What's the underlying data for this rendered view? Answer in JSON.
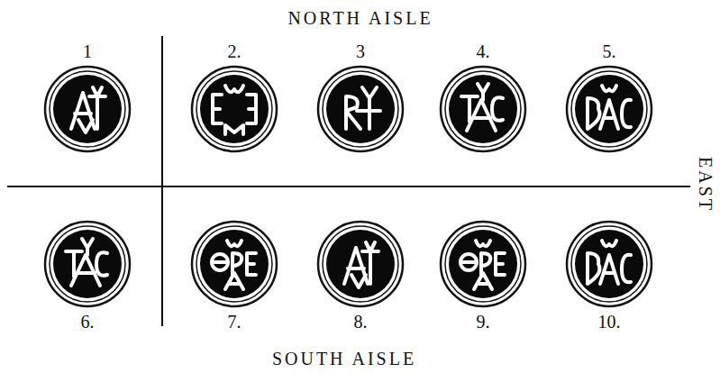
{
  "diagram": {
    "nodes": [
      {
        "text": [
          "1"
        ]
      },
      {
        "text": [
          "2."
        ]
      },
      {
        "text": [
          "3"
        ]
      },
      {
        "text": [
          "4."
        ]
      },
      {
        "text": [
          "5."
        ]
      },
      {
        "text": [
          "6."
        ]
      },
      {
        "text": [
          "7."
        ]
      },
      {
        "text": [
          "8."
        ]
      },
      {
        "text": [
          "9."
        ]
      },
      {
        "text": [
          "10."
        ]
      }
    ],
    "labels": [
      "NORTH AISLE",
      "SOUTH AISLE",
      "EAST"
    ]
  }
}
